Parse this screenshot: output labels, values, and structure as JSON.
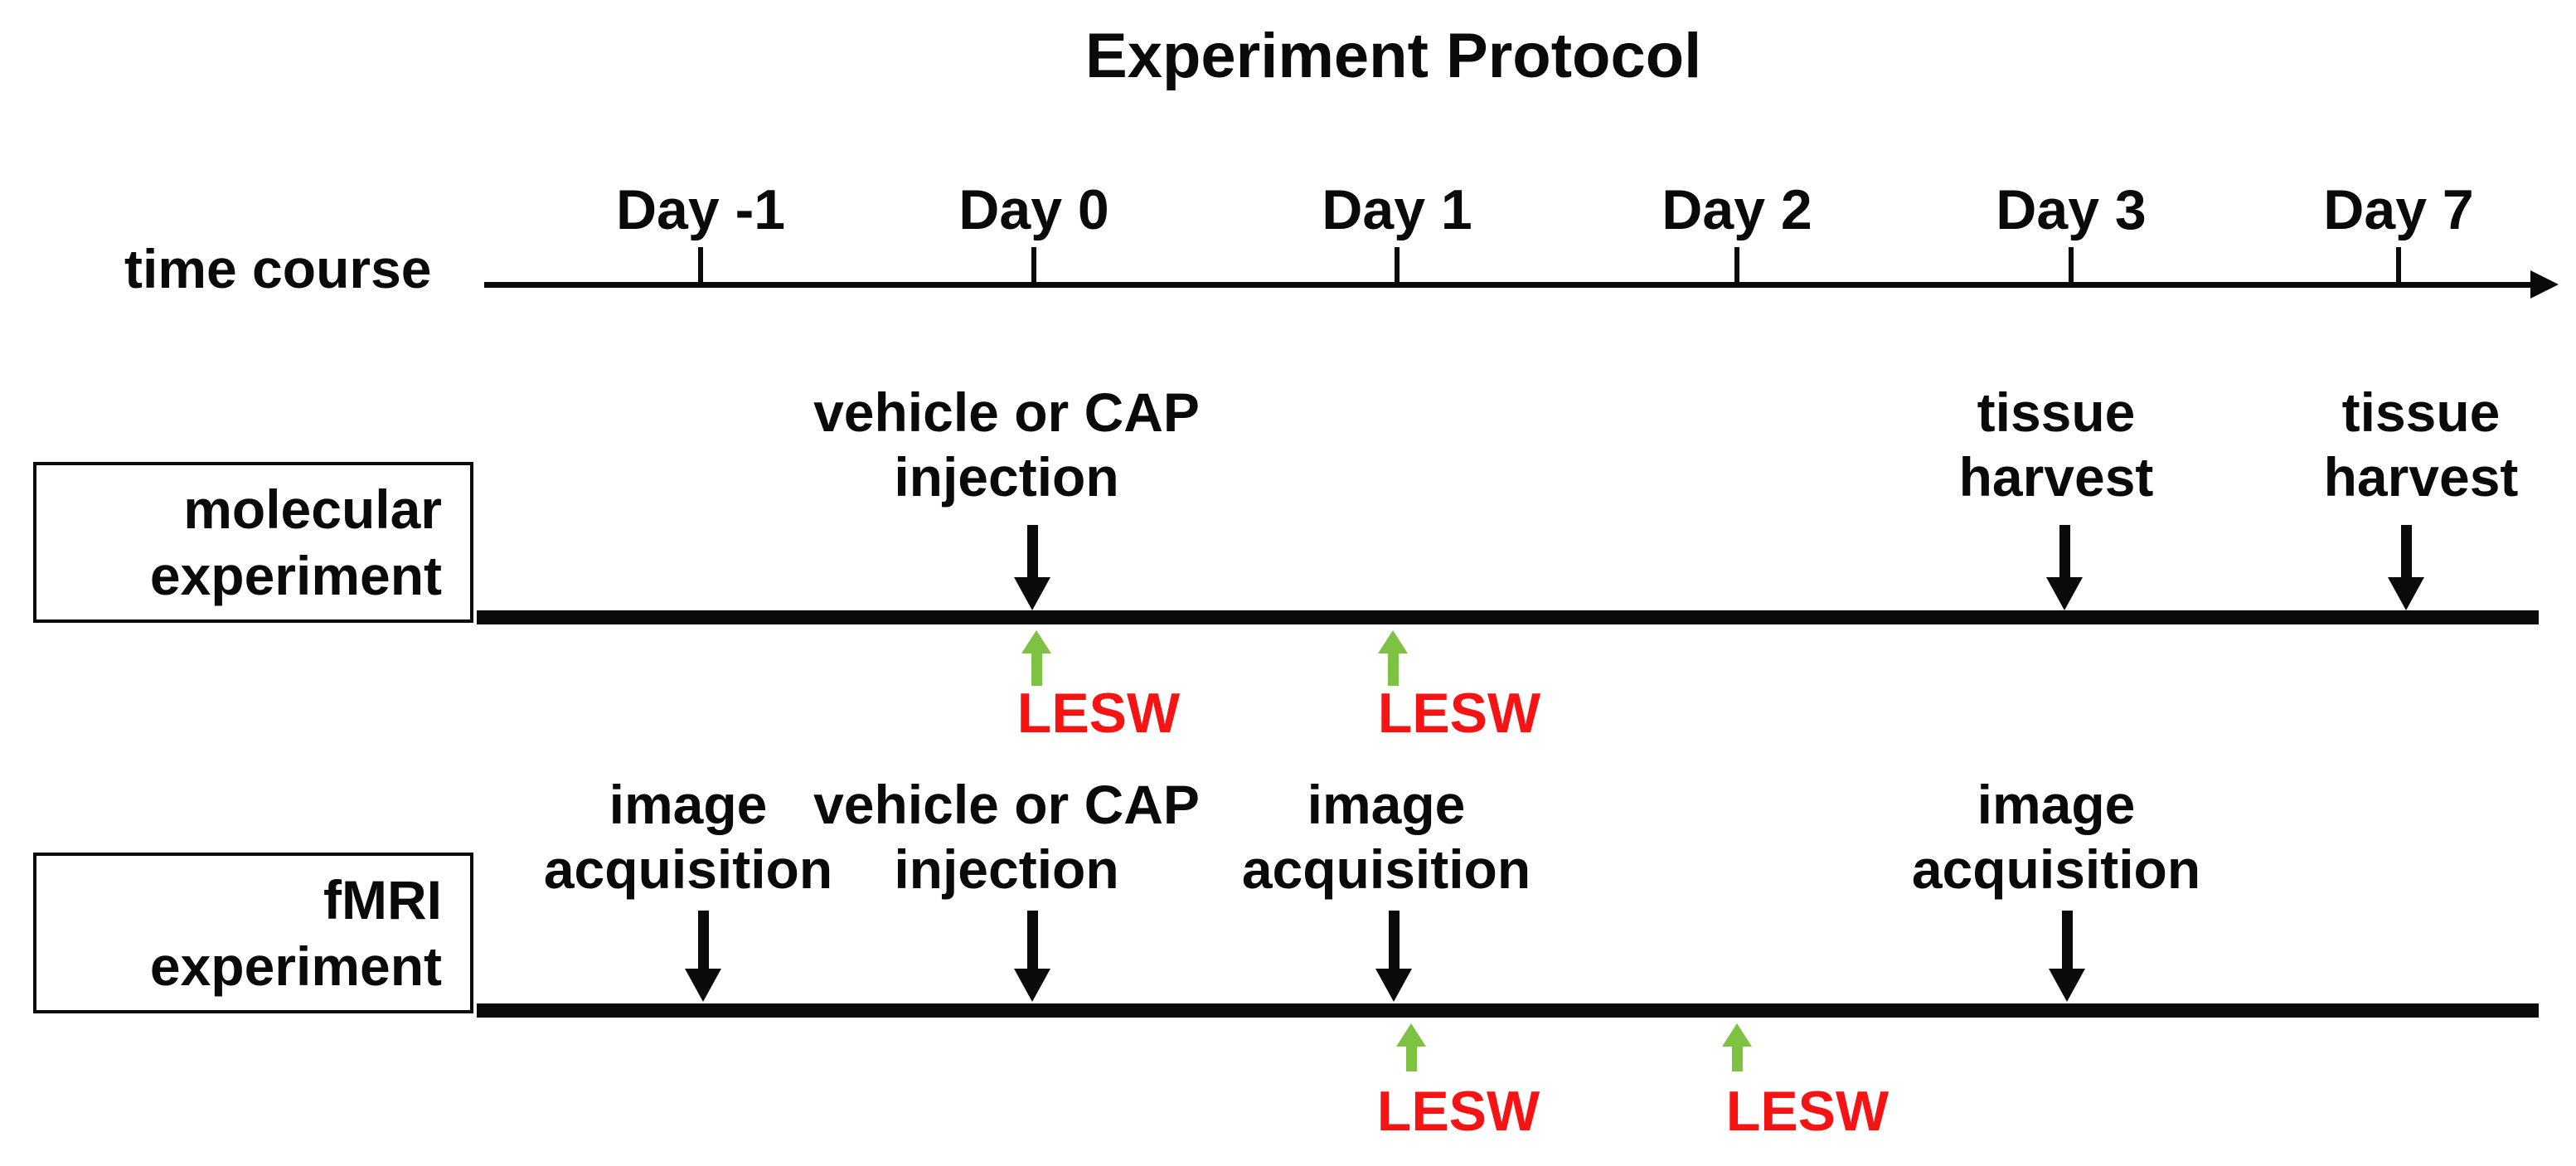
{
  "title": "Experiment Protocol",
  "colors": {
    "ink_black": "#0a0a0a",
    "lesw_arrow_green": "#7dc242",
    "lesw_text_red": "#f51414"
  },
  "timeline": {
    "label": "time course",
    "days": [
      {
        "label": "Day -1"
      },
      {
        "label": "Day 0"
      },
      {
        "label": "Day 1"
      },
      {
        "label": "Day 2"
      },
      {
        "label": "Day 3"
      },
      {
        "label": "Day 7"
      }
    ]
  },
  "molecular_row": {
    "label": [
      "molecular",
      "experiment"
    ],
    "annotations": [
      {
        "line1": "vehicle or CAP",
        "line2": "injection",
        "at_day": "Day 0"
      },
      {
        "line1": "tissue",
        "line2": "harvest",
        "at_day": "Day 3"
      },
      {
        "line1": "tissue",
        "line2": "harvest",
        "at_day": "Day 7"
      }
    ],
    "lesw_markers": [
      {
        "label": "LESW",
        "at_day": "Day 0"
      },
      {
        "label": "LESW",
        "at_day": "Day 1"
      }
    ]
  },
  "fmri_row": {
    "label": [
      "fMRI",
      "experiment"
    ],
    "annotations": [
      {
        "line1": "image",
        "line2": "acquisition",
        "at_day": "Day -1"
      },
      {
        "line1": "vehicle or CAP",
        "line2": "injection",
        "at_day": "Day 0"
      },
      {
        "line1": "image",
        "line2": "acquisition",
        "at_day": "Day 1"
      },
      {
        "line1": "image",
        "line2": "acquisition",
        "at_day": "Day 3"
      }
    ],
    "lesw_markers": [
      {
        "label": "LESW",
        "at_day": "Day 1"
      },
      {
        "label": "LESW",
        "at_day": "Day 2"
      }
    ]
  }
}
